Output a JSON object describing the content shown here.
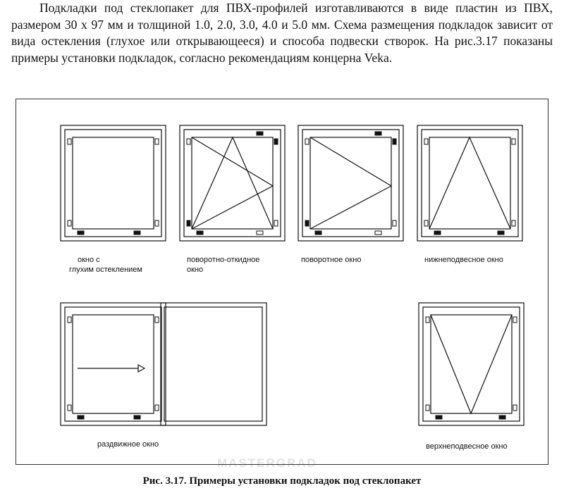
{
  "paragraph": "Подкладки под стеклопакет для ПВХ-профилей изготавливаются в виде пластин из ПВХ, размером 30 х 97 мм и толщиной 1.0, 2.0, 3.0, 4.0 и 5.0 мм. Схема размещения подкладок зависит от вида остекления (глухое или открывающееся) и способа подвески створок. На рис.3.17 показаны примеры установки подкладок, согласно рекомендациям концерна Veka.",
  "labels": {
    "fixed_line1": "окно  с",
    "fixed_line2": "глухим остеклением",
    "tilt_turn_line1": "поворотно-откидное",
    "tilt_turn_line2": "окно",
    "turn": "поворотное окно",
    "bottom_hung": "нижнеподвесное окно",
    "sliding": "раздвижное окно",
    "top_hung": "верхнеподвесное окно"
  },
  "caption": "Рис. 3.17. Примеры установки подкладок под стеклопакет",
  "watermark": "MASTERGRAD"
}
